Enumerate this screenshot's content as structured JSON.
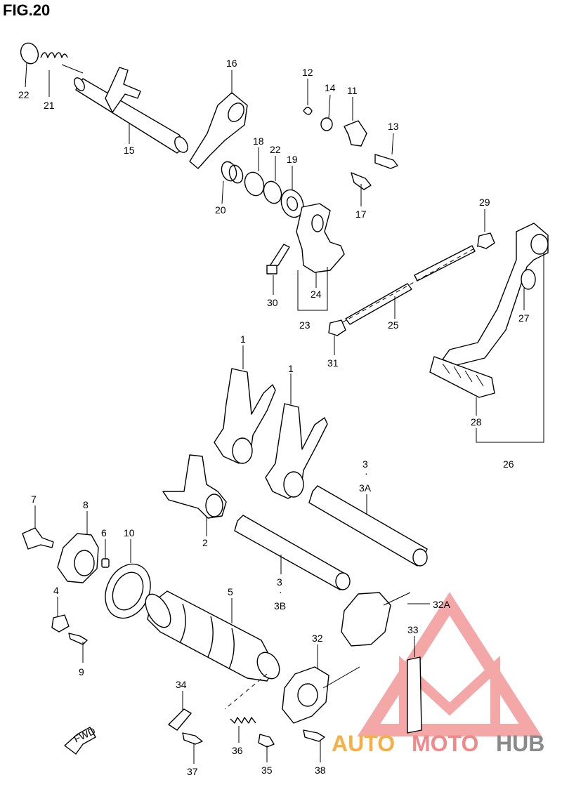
{
  "figure": {
    "title": "FIG.20"
  },
  "callouts": {
    "c1a": "1",
    "c1b": "1",
    "c2": "2",
    "c3a": "3",
    "c3a_sub": "3A",
    "c3b": "3",
    "c3b_sub": "3B",
    "c4": "4",
    "c5": "5",
    "c6": "6",
    "c7": "7",
    "c8": "8",
    "c9": "9",
    "c10": "10",
    "c11": "11",
    "c12": "12",
    "c13": "13",
    "c14": "14",
    "c15": "15",
    "c16": "16",
    "c17": "17",
    "c18": "18",
    "c19": "19",
    "c20": "20",
    "c21": "21",
    "c22a": "22",
    "c22b": "22",
    "c23": "23",
    "c24": "24",
    "c25": "25",
    "c26": "26",
    "c27": "27",
    "c28": "28",
    "c29": "29",
    "c30": "30",
    "c31": "31",
    "c32": "32",
    "c32a": "32A",
    "c33": "33",
    "c34": "34",
    "c35": "35",
    "c36": "36",
    "c37": "37",
    "c38": "38"
  },
  "fwd_marker": {
    "label": "FWD"
  },
  "watermark": {
    "word_1": "AUTO",
    "word_2": "MOTO",
    "word_3": "HUB",
    "colors": {
      "auto": "#f5b043",
      "moto": "#f08a8a",
      "hub": "#8a8a8a",
      "logo": "#f08a8a"
    }
  },
  "colors": {
    "line": "#000000",
    "background": "#ffffff"
  }
}
